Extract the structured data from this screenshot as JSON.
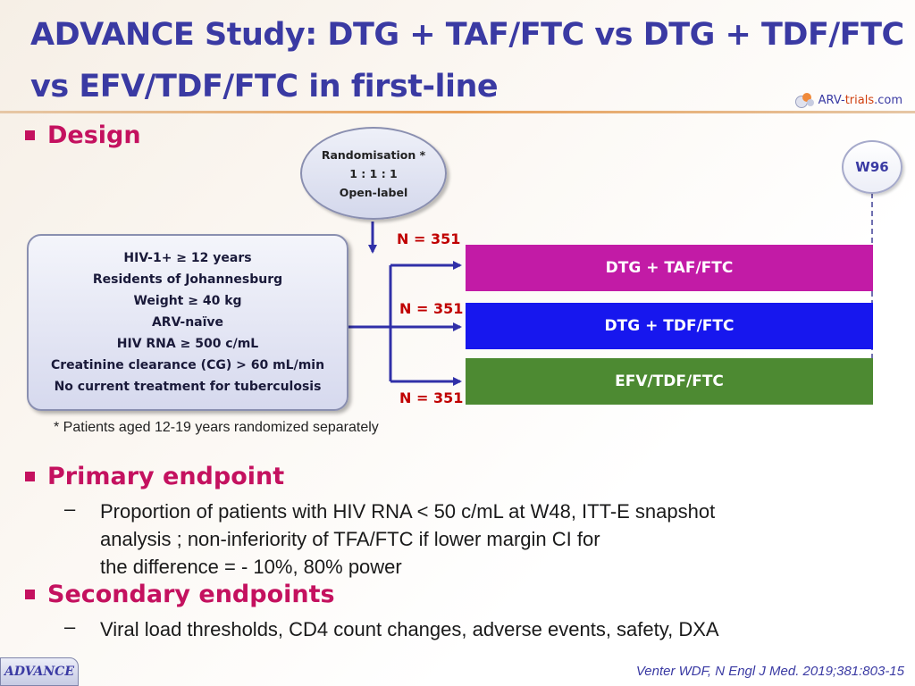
{
  "title": {
    "line1": "ADVANCE Study: DTG + TAF/FTC vs DTG + TDF/FTC",
    "line2": "vs EFV/TDF/FTC in first-line"
  },
  "logo": {
    "prefix": "ARV-",
    "main": "trials",
    "suffix": ".com"
  },
  "design": {
    "heading": "Design",
    "randomisation": [
      "Randomisation *",
      "1 : 1 : 1",
      "Open-label"
    ],
    "endpoint_marker": "W96",
    "inclusion": [
      "HIV-1+ ≥ 12 years",
      "Residents of Johannesburg",
      "Weight ≥ 40 kg",
      "ARV-naïve",
      "HIV RNA ≥ 500 c/mL",
      "Creatinine clearance (CG) > 60 mL/min",
      "No current treatment for tuberculosis"
    ],
    "arms": [
      {
        "label": "DTG + TAF/FTC",
        "n": "N = 351",
        "color": "#c21ba6"
      },
      {
        "label": "DTG + TDF/FTC",
        "n": "N = 351",
        "color": "#1717ee"
      },
      {
        "label": "EFV/TDF/FTC",
        "n": "N = 351",
        "color": "#4d8a32"
      }
    ],
    "footnote": "* Patients aged 12-19 years randomized separately"
  },
  "primary": {
    "heading": "Primary endpoint",
    "lines": [
      "Proportion of patients with HIV RNA < 50 c/mL at W48, ITT-E snapshot",
      "analysis ; non-inferiority of TFA/FTC if lower margin CI for",
      "the difference = - 10%, 80% power"
    ]
  },
  "secondary": {
    "heading": "Secondary endpoints",
    "text": "Viral load thresholds, CD4 count changes, adverse events, safety, DXA"
  },
  "footer": {
    "badge": "ADVANCE",
    "citation": "Venter WDF, N Engl J Med. 2019;381:803-15"
  },
  "colors": {
    "title": "#3a3aa3",
    "bullet": "#c4115f",
    "n_label": "#c00000",
    "connector": "#3030a8"
  }
}
